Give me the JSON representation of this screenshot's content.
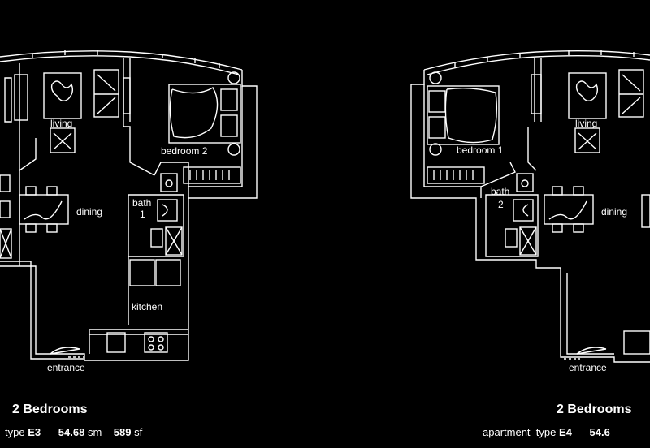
{
  "left_plan": {
    "rooms": {
      "living": "living",
      "bedroom": "bedroom 2",
      "dining": "dining",
      "bath_line1": "bath",
      "bath_line2": "1",
      "kitchen": "kitchen",
      "entrance": "entrance"
    },
    "heading": "2 Bedrooms",
    "type_prefix": "type",
    "type_code": "E3",
    "area_sm": "54.68",
    "unit_sm": "sm",
    "area_sf": "589",
    "unit_sf": "sf"
  },
  "right_plan": {
    "rooms": {
      "bedroom": "bedroom 1",
      "living": "living",
      "dining": "dining",
      "bath_line1": "bath",
      "bath_line2": "2",
      "entrance": "entrance"
    },
    "heading": "2 Bedrooms",
    "type_prefix": "apartment  type",
    "type_code": "E4",
    "area_sm": "54.6"
  },
  "colors": {
    "background": "#000000",
    "lines": "#ffffff"
  }
}
